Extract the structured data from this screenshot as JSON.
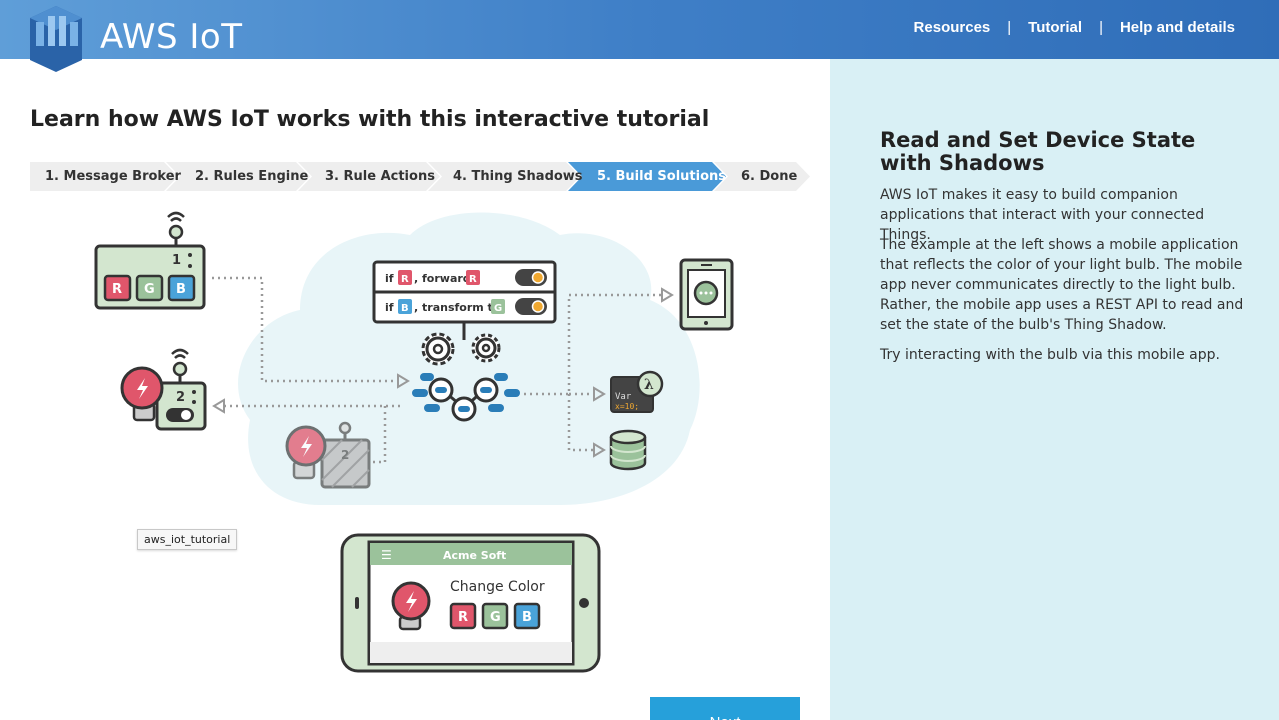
{
  "app": {
    "title": "AWS IoT"
  },
  "nav": {
    "resources": "Resources",
    "tutorial": "Tutorial",
    "help": "Help and details",
    "separator": "|"
  },
  "heading": "Learn how AWS IoT works with this interactive tutorial",
  "steps": [
    {
      "label": "1. Message Broker",
      "active": false
    },
    {
      "label": "2. Rules Engine",
      "active": false
    },
    {
      "label": "3. Rule Actions",
      "active": false
    },
    {
      "label": "4. Thing Shadows",
      "active": false
    },
    {
      "label": "5. Build Solutions",
      "active": true
    },
    {
      "label": "6. Done",
      "active": false
    }
  ],
  "illustration": {
    "device1_number": "1",
    "device2_number": "2",
    "device3_number": "2",
    "rgb": [
      "R",
      "G",
      "B"
    ],
    "rule1": {
      "if": "if",
      "var": "R",
      "text": ", forward",
      "target": "R"
    },
    "rule2": {
      "if": "if",
      "var": "B",
      "text": ", transform to",
      "target": "G"
    },
    "lambda_code_line1": "Var",
    "lambda_code_line2": "x=10;",
    "phone_app_name": "Acme Soft",
    "phone_menu_icon": "☰",
    "phone_action": "Change Color"
  },
  "tooltip": "aws_iot_tutorial",
  "next_button": "Next",
  "panel": {
    "title": "Read and Set Device State with Shadows",
    "paragraphs": [
      "AWS IoT makes it easy to build companion applications that interact with your connected Things.",
      "The example at the left shows a mobile application that reflects the color of your light bulb. The mobile app never communicates directly to the light bulb. Rather, the mobile app uses a REST API to read and set the state of the bulb's Thing Shadow.",
      "Try interacting with the bulb via this mobile app."
    ]
  },
  "colors": {
    "header": "#3f7fc7",
    "active_step": "#4a9ad8",
    "step_bg": "#eeeeee",
    "panel_bg": "#d9f0f5",
    "next_button": "#26a0da",
    "red": "#e0566b",
    "green": "#9bc29b",
    "blue": "#4aa3d9",
    "device_green": "#d3e6cf"
  }
}
